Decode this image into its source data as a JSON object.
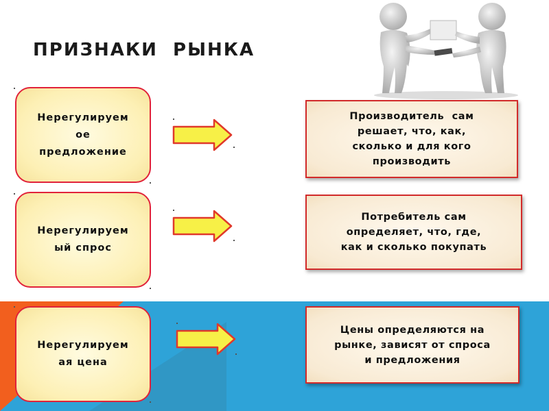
{
  "slide": {
    "title": "ПРИЗНАКИ  РЫНКА",
    "colors": {
      "accent_red": "#e1223a",
      "arrow_fill": "#f7f047",
      "band_blue": "#2ea3d8",
      "band_orange": "#f25f1e"
    },
    "illustration_icon": "two-figures-exchanging-box-icon",
    "rows": [
      {
        "feature": "Нерегулируем ое предложение",
        "feature_lines": [
          "Нерегулируем",
          "ое",
          "предложение"
        ],
        "description_lines": [
          "Производитель  сам",
          "решает, что, как,",
          "сколько и для кого",
          "производить"
        ]
      },
      {
        "feature": "Нерегулируем ый спрос",
        "feature_lines": [
          "Нерегулируем",
          "ый спрос"
        ],
        "description_lines": [
          "Потребитель сам",
          "определяет, что, где,",
          "как и сколько покупать"
        ]
      },
      {
        "feature": "Нерегулируем ая цена",
        "feature_lines": [
          "Нерегулируем",
          "ая цена"
        ],
        "description_lines": [
          "Цены определяются на",
          "рынке, зависят от спроса",
          "и предложения"
        ]
      }
    ]
  }
}
